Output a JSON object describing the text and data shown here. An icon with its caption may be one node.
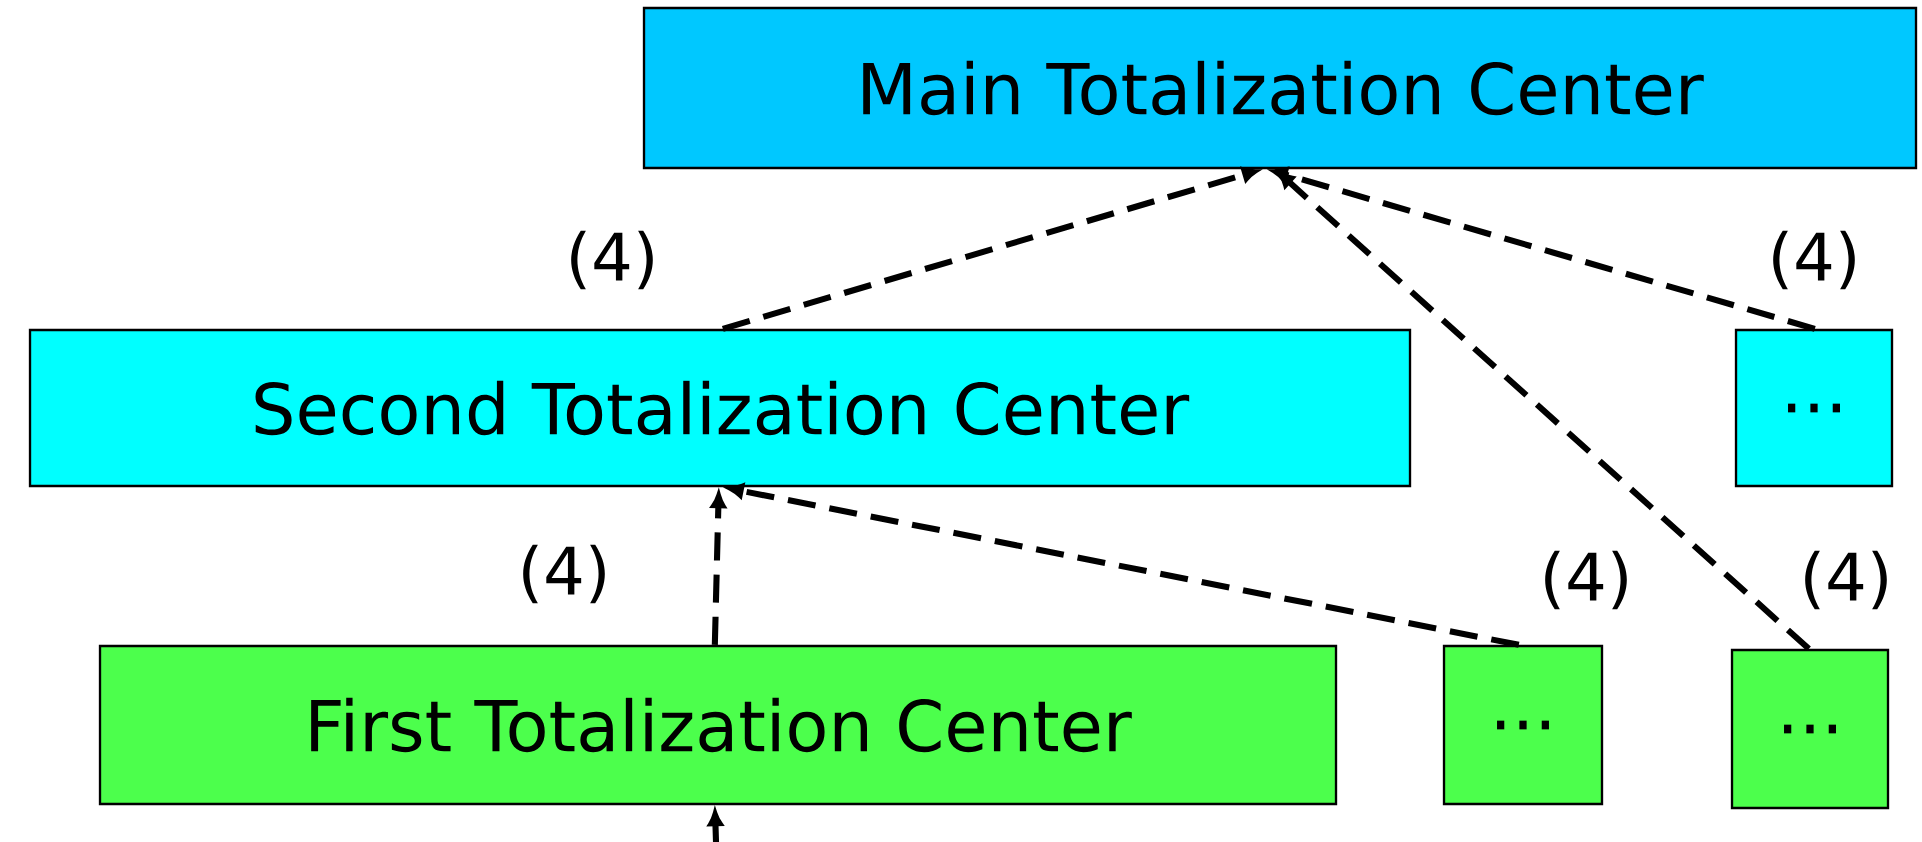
{
  "diagram": {
    "nodes": [
      {
        "text": [
          "Main Totalization Center"
        ]
      },
      {
        "text": [
          "Second Totalization Center"
        ]
      },
      {
        "text": [
          "..."
        ]
      },
      {
        "text": [
          "First Totalization Center"
        ]
      },
      {
        "text": [
          "..."
        ]
      },
      {
        "text": [
          "..."
        ]
      }
    ],
    "edges": [
      {
        "from": 1,
        "to": 0,
        "arrow": "to",
        "style": "dashed"
      },
      {
        "from": 2,
        "to": 0,
        "arrow": "to",
        "style": "dashed"
      },
      {
        "from": 5,
        "to": 0,
        "arrow": "to",
        "style": "dashed"
      },
      {
        "from": 3,
        "to": 1,
        "arrow": "to",
        "style": "dashed"
      },
      {
        "from": 4,
        "to": 1,
        "arrow": "to",
        "style": "dashed"
      },
      {
        "from": null,
        "to": 3,
        "arrow": "to",
        "style": "dashed"
      }
    ],
    "labels": [
      "(4)",
      "(4)",
      "(4)",
      "(4)",
      "(4)"
    ]
  }
}
